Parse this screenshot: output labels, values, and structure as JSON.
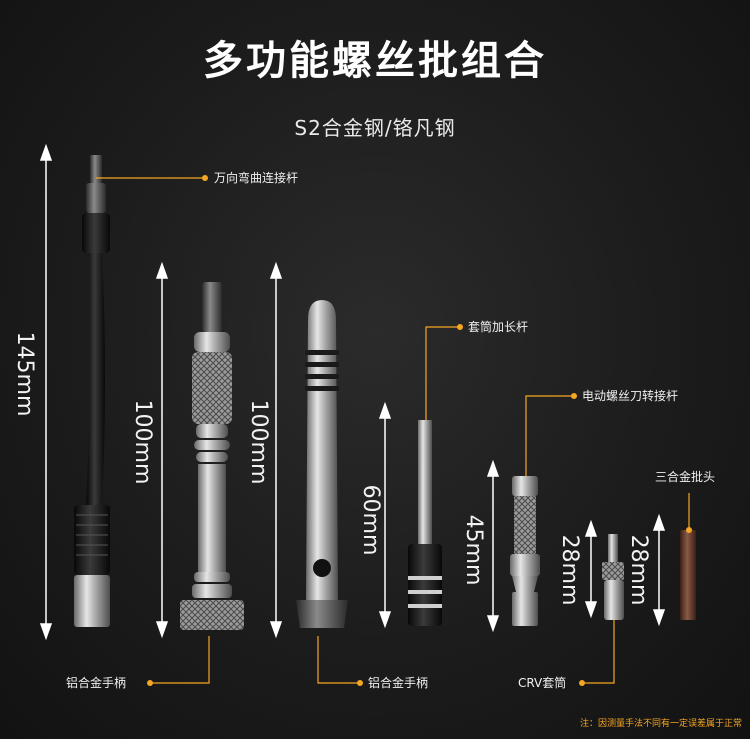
{
  "header": {
    "title": "多功能螺丝批组合",
    "subtitle": "S2合金钢/铬凡钢"
  },
  "callouts": {
    "universal_extension": "万向弯曲连接杆",
    "socket_extension": "套筒加长杆",
    "electric_adapter": "电动螺丝刀转接杆",
    "tri_alloy_bit": "三合金批头",
    "aluminum_handle_1": "铝合金手柄",
    "aluminum_handle_2": "铝合金手柄",
    "crv_socket": "CRV套筒"
  },
  "dimensions": {
    "d1": "145mm",
    "d2": "100mm",
    "d3": "100mm",
    "d4": "60mm",
    "d5": "45mm",
    "d6": "28mm",
    "d7": "28mm"
  },
  "footer": {
    "note": "注：因测量手法不同有一定误差属于正常"
  },
  "colors": {
    "accent": "#f5a623",
    "background": "#1c1c1c"
  }
}
